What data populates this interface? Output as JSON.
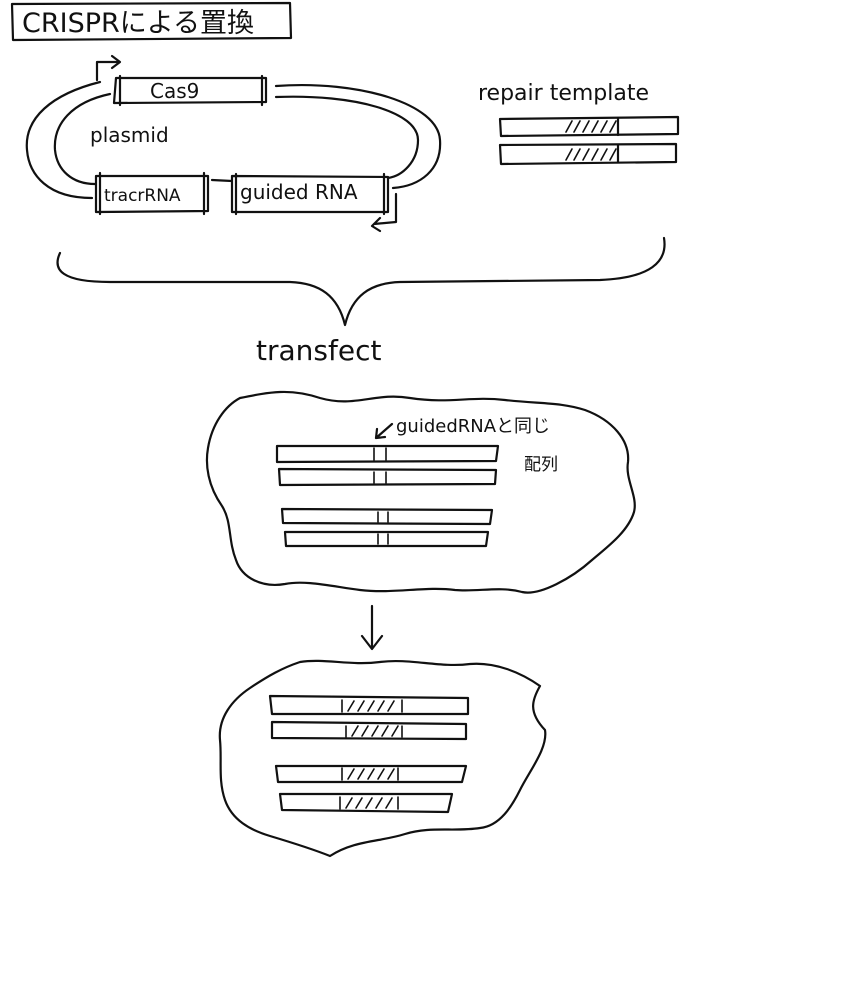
{
  "title": "CRISPRによる置換",
  "plasmid": {
    "gene_label": "Cas9",
    "name_label": "plasmid",
    "tracr_label": "tracrRNA",
    "guide_label": "guided RNA"
  },
  "repair_template_label": "repair template",
  "step_label": "transfect",
  "annotation": {
    "line1": "guidedRNAと同じ",
    "line2": "配列"
  }
}
